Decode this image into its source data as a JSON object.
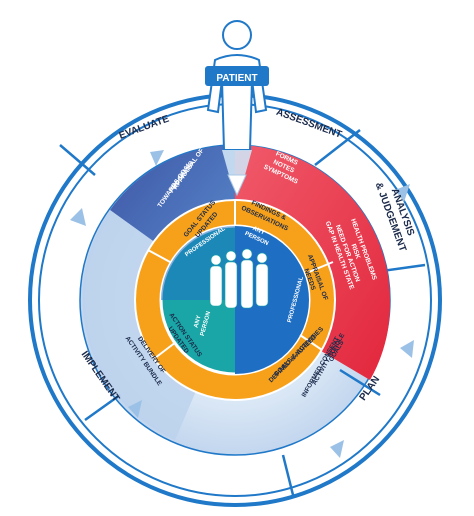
{
  "patient_label": "PATIENT",
  "stages": {
    "evaluate": "EVALUATE",
    "assessment": "ASSESSMENT",
    "analysis_line1": "ANALYSIS",
    "analysis_line2": "& JUDGEMENT",
    "plan": "PLAN",
    "implement": "IMPLEMENT"
  },
  "middle_ring": {
    "appraisal_progress": [
      "APPRAISAL OF",
      "PROGRESS",
      "TOWARDS GOAL"
    ],
    "forms_notes": [
      "FORMS",
      "NOTES",
      "SYMPTOMS"
    ],
    "health_problems": [
      "HEALTH PROBLEMS",
      "RISK",
      "NEED FOR ACTION",
      "GAP IN HEALTH STATE"
    ],
    "goals_bundle": [
      "GOALS",
      "ACTIVITY BUNDLE",
      "INFORMED CONSENT"
    ],
    "delivery": [
      "DELIVERY OF",
      "ACTIVITY BUNDLE"
    ]
  },
  "orange_ring": {
    "goal_status": [
      "GOAL STATUS",
      "UPDATED"
    ],
    "findings": [
      "FINDINGS &",
      "OBSERVATIONS"
    ],
    "appraisal_needs": [
      "APPRAISAL OF",
      "NEEDS"
    ],
    "goals_activities": [
      "GOALS & ACTIVITIES",
      "DEFINED & AGREED"
    ],
    "action_status": [
      "ACTION STATUS",
      "UPDATED"
    ]
  },
  "inner_circle": {
    "professional_top": "PROFESSIONAL",
    "any_person_top": [
      "ANY",
      "PERSON"
    ],
    "professional_right": "PROFESSIONAL",
    "any_person_bottom": [
      "ANY",
      "PERSON"
    ]
  },
  "colors": {
    "outer_ring": "#1f78c8",
    "blue_dark": "#2a5aa8",
    "red": "#e8334a",
    "orange": "#f7a11a",
    "teal": "#1aa6a6",
    "blue_inner": "#1e6fc4"
  }
}
